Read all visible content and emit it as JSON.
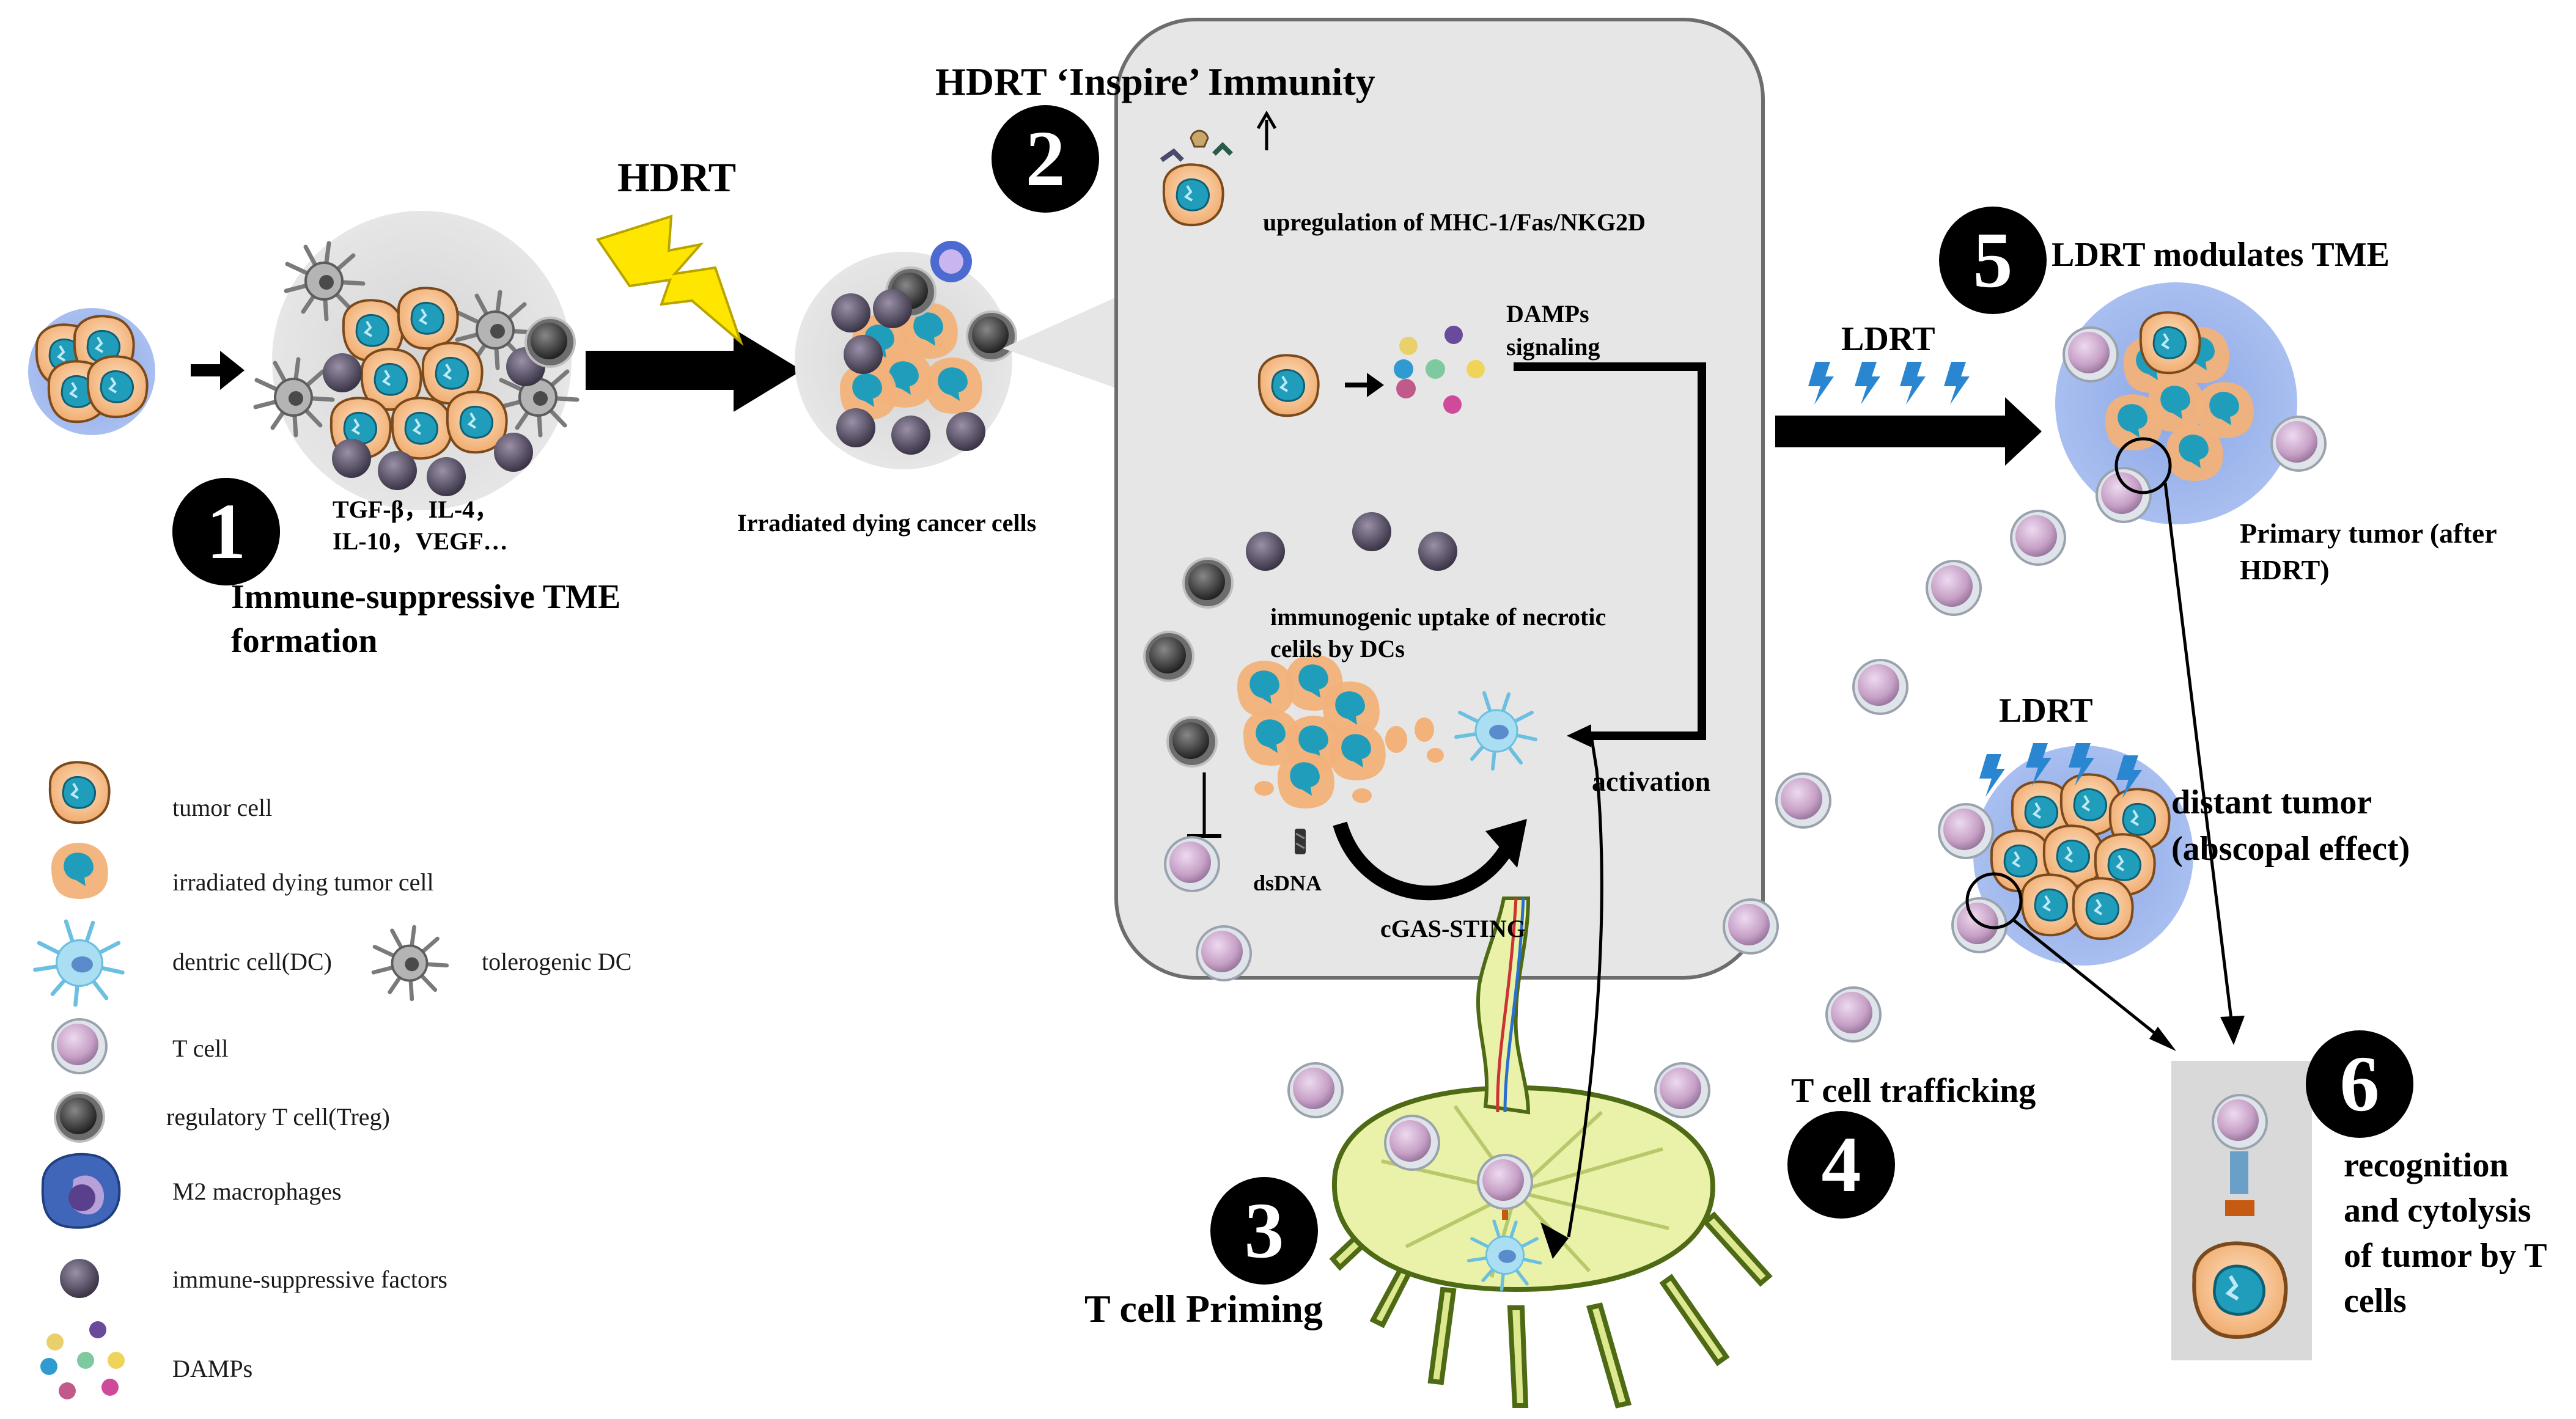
{
  "steps": {
    "s1": {
      "number": "1",
      "label_line1": "Immune-suppressive TME",
      "label_line2": "formation"
    },
    "s2": {
      "number": "2",
      "label": "HDRT ‘Inspire’ Immunity"
    },
    "s3": {
      "number": "3",
      "label": "T cell Priming"
    },
    "s4": {
      "number": "4",
      "label": "T cell trafficking"
    },
    "s5": {
      "number": "5",
      "label": "LDRT modulates TME"
    },
    "s6": {
      "number": "6",
      "label_line1": "recognition",
      "label_line2": "and cytolysis",
      "label_line3": "of tumor by T",
      "label_line4": "cells"
    }
  },
  "labels": {
    "hdrt": "HDRT",
    "ldrt_top": "LDRT",
    "ldrt_distant": "LDRT",
    "cytokines_line1": "TGF-β，IL-4，",
    "cytokines_line2": "IL-10，VEGF…",
    "irradiated_dying": "Irradiated dying cancer cells",
    "upregulation": "upregulation of MHC-1/Fas/NKG2D",
    "damps_line1": "DAMPs",
    "damps_line2": "signaling",
    "uptake_line1": "immunogenic uptake of necrotic",
    "uptake_line2": "celils by DCs",
    "activation": "activation",
    "dsdna": "dsDNA",
    "cgas": "cGAS-STING",
    "primary_line1": "Primary tumor (after",
    "primary_line2": "HDRT)",
    "distant_line1": "distant tumor",
    "distant_line2": "(abscopal effect)"
  },
  "legend": [
    {
      "icon": "tumor-cell-icon",
      "label": "tumor cell"
    },
    {
      "icon": "irradiated-dying-tumor-cell-icon",
      "label": "irradiated dying tumor cell"
    },
    {
      "icon": "dendritic-cell-icon",
      "label": "dentric cell(DC)"
    },
    {
      "icon": "tolerogenic-dc-icon",
      "label": "tolerogenic DC"
    },
    {
      "icon": "t-cell-icon",
      "label": "T cell"
    },
    {
      "icon": "treg-icon",
      "label": "regulatory T cell(Treg)"
    },
    {
      "icon": "m2-macrophage-icon",
      "label": "M2 macrophages"
    },
    {
      "icon": "suppressive-factor-icon",
      "label": "immune-suppressive factors"
    },
    {
      "icon": "damps-icon",
      "label": "DAMPs"
    }
  ],
  "colors": {
    "tumor_fill": "#f4b183",
    "tumor_stroke": "#c55a11",
    "nucleus": "#1f9dba",
    "dc_blue": "#9fd9f0",
    "t_cell": "#c8a2c8",
    "treg": "#3a3a3a",
    "factor": "#4a4458",
    "panel": "#e6e6e6",
    "ldrt_halo": "#8fa8e0",
    "lightning": "#ffe600",
    "lymph_node": "#e9f2a8"
  }
}
